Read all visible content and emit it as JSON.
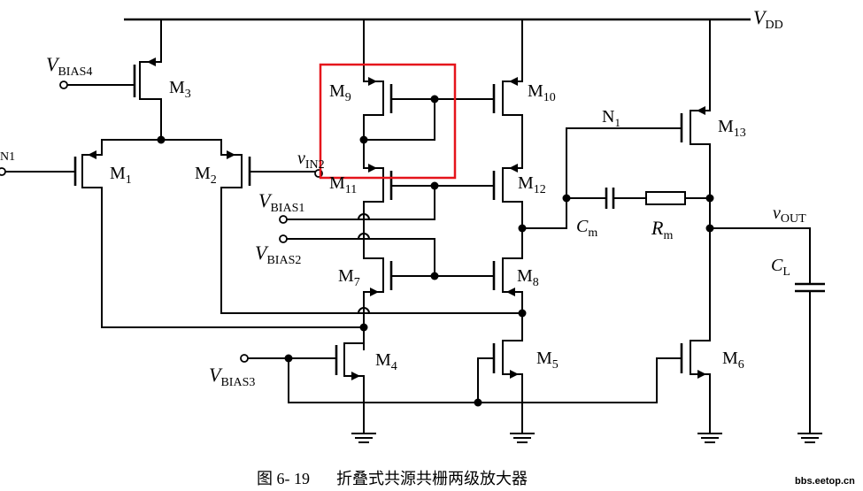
{
  "labels": {
    "vdd": {
      "main": "V",
      "sub": "DD"
    },
    "vbias4": {
      "main": "V",
      "sub": "BIAS4"
    },
    "vbias1": {
      "main": "V",
      "sub": "BIAS1"
    },
    "vbias2": {
      "main": "V",
      "sub": "BIAS2"
    },
    "vbias3": {
      "main": "V",
      "sub": "BIAS3"
    },
    "vin1": "N1",
    "vin2": {
      "main": "v",
      "sub": "IN2"
    },
    "vout": {
      "main": "v",
      "sub": "OUT"
    },
    "n1": {
      "main": "N",
      "sub": "1"
    },
    "cm": {
      "main": "C",
      "sub": "m"
    },
    "rm": {
      "main": "R",
      "sub": "m"
    },
    "cl": {
      "main": "C",
      "sub": "L"
    }
  },
  "transistors": [
    {
      "main": "M",
      "sub": "1"
    },
    {
      "main": "M",
      "sub": "2"
    },
    {
      "main": "M",
      "sub": "3"
    },
    {
      "main": "M",
      "sub": "4"
    },
    {
      "main": "M",
      "sub": "5"
    },
    {
      "main": "M",
      "sub": "6"
    },
    {
      "main": "M",
      "sub": "7"
    },
    {
      "main": "M",
      "sub": "8"
    },
    {
      "main": "M",
      "sub": "9"
    },
    {
      "main": "M",
      "sub": "10"
    },
    {
      "main": "M",
      "sub": "11"
    },
    {
      "main": "M",
      "sub": "12"
    },
    {
      "main": "M",
      "sub": "13"
    }
  ],
  "caption": {
    "figure": "图 6- 19",
    "title": "折叠式共源共栅两级放大器"
  },
  "watermark": "bbs.eetop.cn",
  "colors": {
    "highlight": "#e5141b",
    "line": "#000000"
  }
}
